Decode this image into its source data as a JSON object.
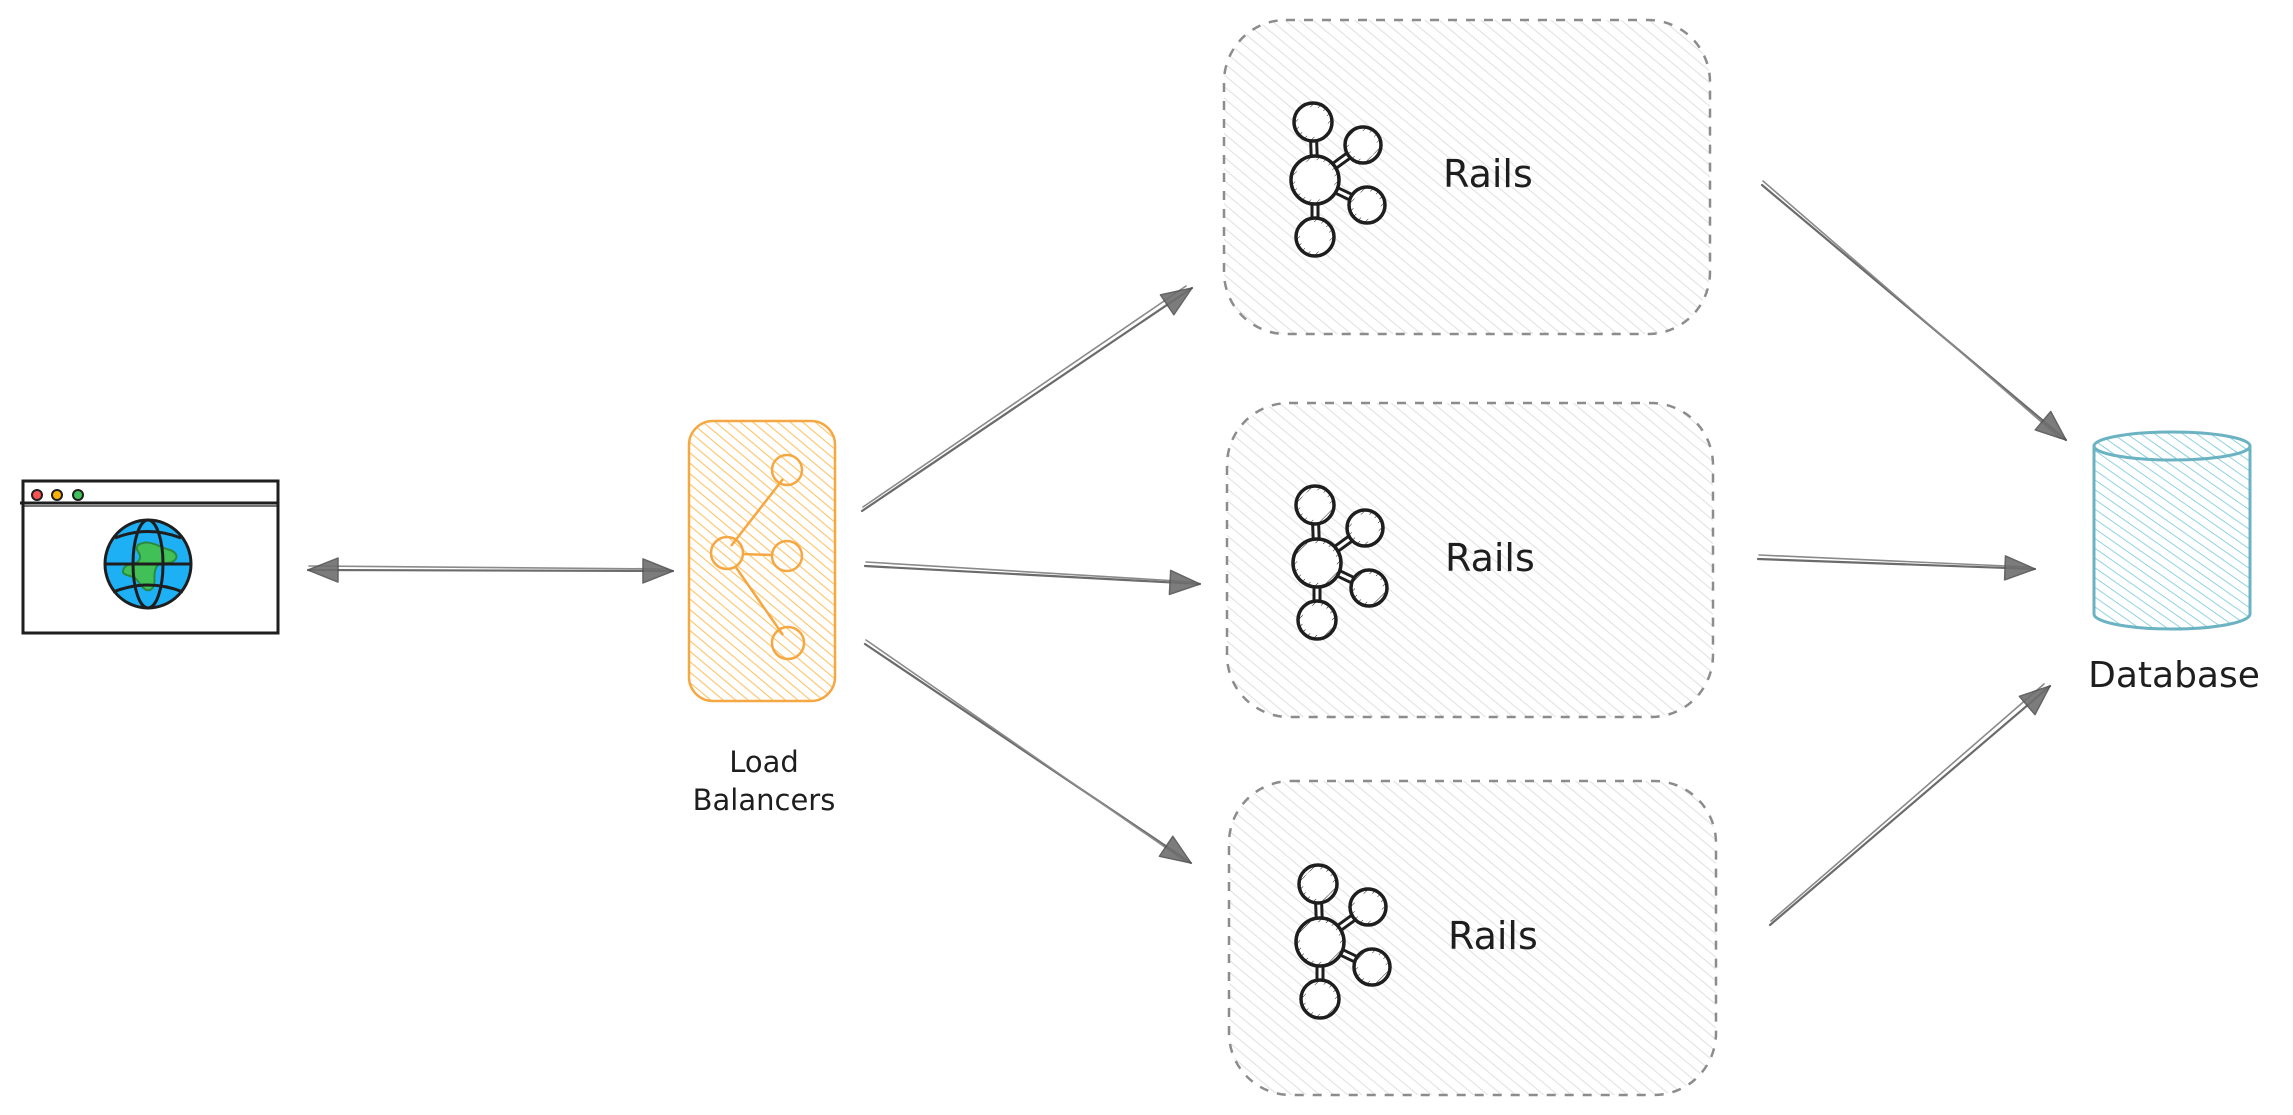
{
  "diagram": {
    "title": "Rails load-balanced architecture",
    "nodes": {
      "browser": {
        "kind": "browser-window",
        "icon": "globe-icon",
        "dots": [
          "#fa5252",
          "#fab005",
          "#40c057"
        ],
        "globe_colors": {
          "ocean": "#1eb0f5",
          "land": "#40c057",
          "land_stroke": "#2b8a3e"
        }
      },
      "load_balancer": {
        "kind": "load-balancer",
        "label_line1": "Load",
        "label_line2": "Balancers",
        "icon": "share-nodes-icon",
        "stroke": "#f5a742",
        "hatch": "#ffc266"
      },
      "rails": [
        {
          "label": "Rails",
          "icon": "cluster-icon"
        },
        {
          "label": "Rails",
          "icon": "cluster-icon"
        },
        {
          "label": "Rails",
          "icon": "cluster-icon"
        }
      ],
      "database": {
        "kind": "cylinder",
        "label": "Database",
        "stroke": "#6bb3c2",
        "hatch": "#8fd3e0"
      }
    },
    "rails_box_style": {
      "border": "#8c8c8c",
      "hatch": "#dfe2e6"
    },
    "edges": [
      {
        "from": "browser",
        "to": "load_balancer",
        "bidirectional": true
      },
      {
        "from": "load_balancer",
        "to": "rails.0"
      },
      {
        "from": "load_balancer",
        "to": "rails.1"
      },
      {
        "from": "load_balancer",
        "to": "rails.2"
      },
      {
        "from": "rails.0",
        "to": "database"
      },
      {
        "from": "rails.1",
        "to": "database"
      },
      {
        "from": "rails.2",
        "to": "database"
      }
    ]
  }
}
